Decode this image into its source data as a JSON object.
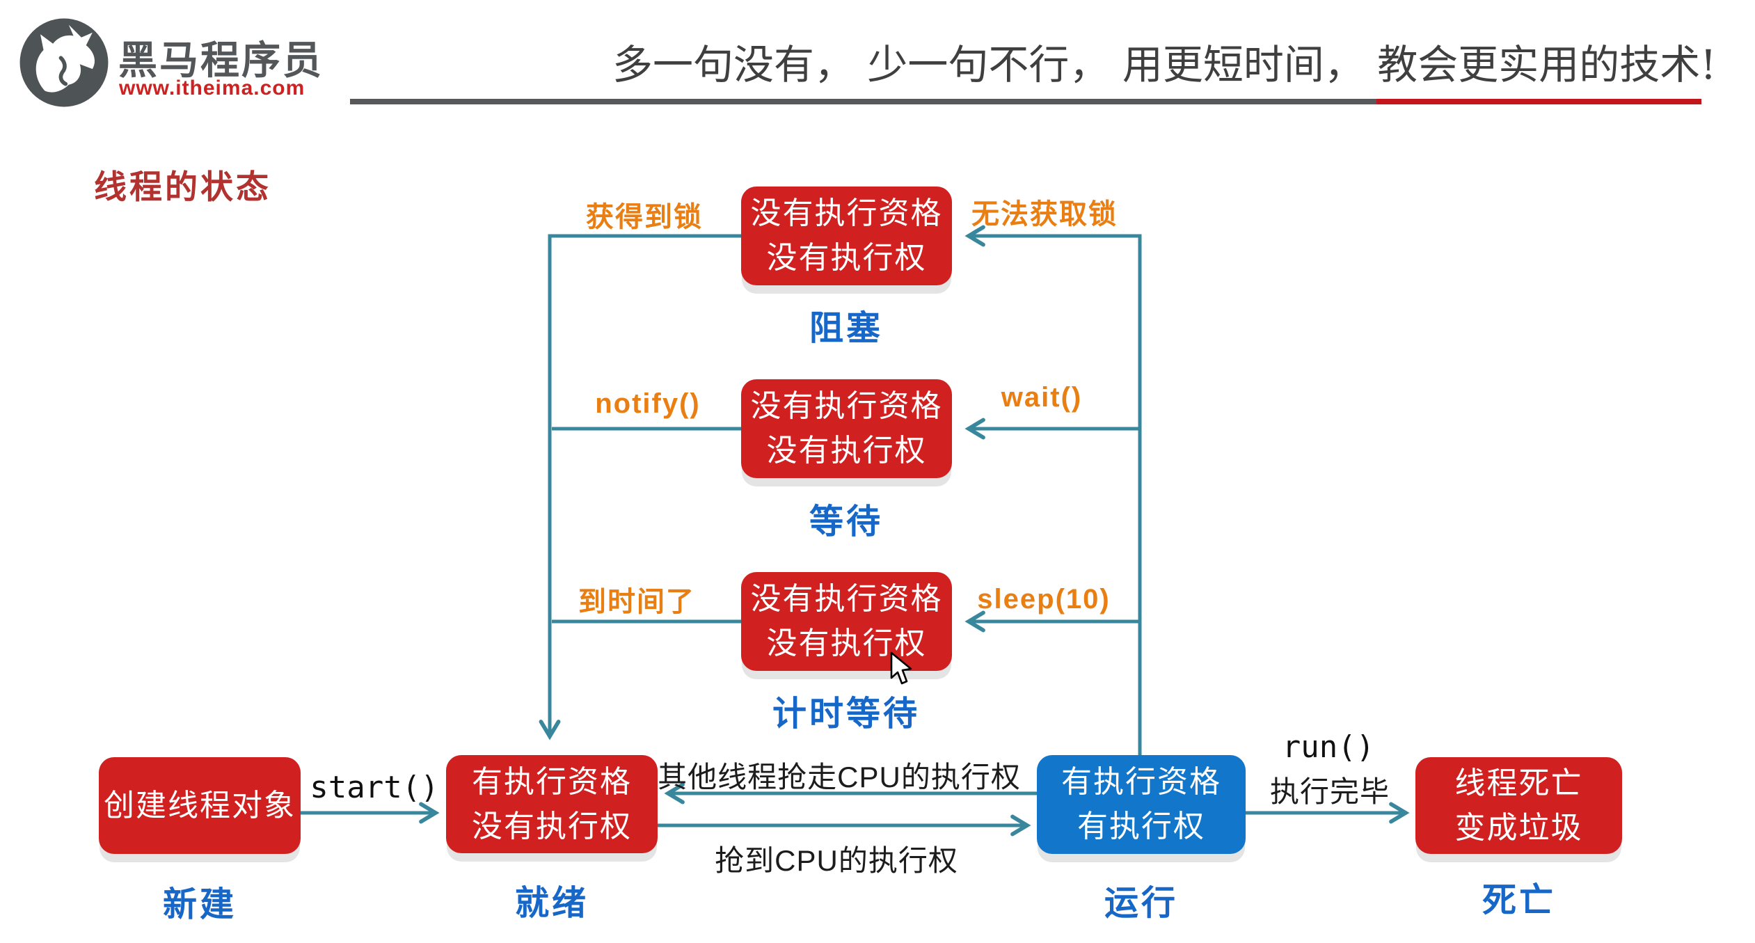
{
  "header": {
    "brand": "黑马程序员",
    "url": "www.itheima.com",
    "tagline": "多一句没有， 少一句不行， 用更短时间， 教会更实用的技术!",
    "logo_icon": "horse-logo-icon"
  },
  "page_title": "线程的状态",
  "colors": {
    "box_red": "#d02020",
    "box_blue": "#1277cb",
    "connector_teal": "#38879c",
    "label_orange": "#e97e12",
    "state_label_blue": "#1667c8",
    "title_red": "#b23230",
    "brand_gray": "#53575a",
    "url_red": "#cc2222",
    "rule_gray": "#57585a",
    "rule_red": "#c3161c"
  },
  "diagram": {
    "states": [
      {
        "id": "blocked",
        "line1": "没有执行资格",
        "line2": "没有执行权",
        "label": "阻塞"
      },
      {
        "id": "waiting",
        "line1": "没有执行资格",
        "line2": "没有执行权",
        "label": "等待"
      },
      {
        "id": "timed-waiting",
        "line1": "没有执行资格",
        "line2": "没有执行权",
        "label": "计时等待"
      },
      {
        "id": "new",
        "line1": "创建线程对象",
        "line2": "",
        "label": "新建"
      },
      {
        "id": "ready",
        "line1": "有执行资格",
        "line2": "没有执行权",
        "label": "就绪"
      },
      {
        "id": "running",
        "line1": "有执行资格",
        "line2": "有执行权",
        "label": "运行"
      },
      {
        "id": "dead",
        "line1": "线程死亡",
        "line2": "变成垃圾",
        "label": "死亡"
      }
    ],
    "transitions": {
      "got_lock": "获得到锁",
      "cannot_get_lock": "无法获取锁",
      "notify": "notify()",
      "wait": "wait()",
      "time_up": "到时间了",
      "sleep": "sleep(10)",
      "start": "start()",
      "lose_cpu": "其他线程抢走CPU的执行权",
      "get_cpu": "抢到CPU的执行权",
      "run": "run()",
      "run_done": "执行完毕"
    }
  }
}
